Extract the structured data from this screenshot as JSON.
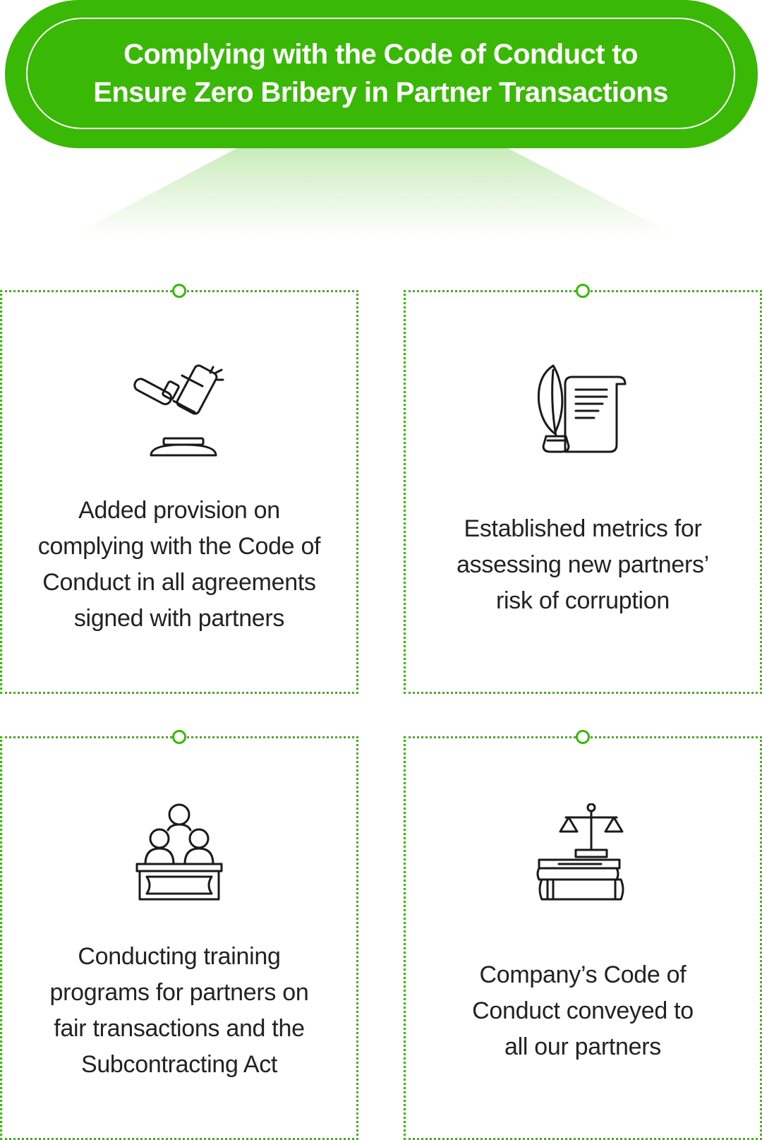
{
  "colors": {
    "accent": "#3ab806",
    "text": "#222222"
  },
  "header": {
    "title_lines": [
      "Complying with the Code of Conduct to",
      "Ensure Zero Bribery in Partner Transactions"
    ]
  },
  "cards": [
    {
      "icon": "gavel-icon",
      "lines": [
        "Added provision on",
        "complying with the Code of",
        "Conduct in all agreements",
        "signed with partners"
      ]
    },
    {
      "icon": "quill-scroll-icon",
      "lines": [
        "Established metrics for",
        "assessing new partners’",
        "risk of corruption"
      ]
    },
    {
      "icon": "training-audience-icon",
      "lines": [
        "Conducting training",
        "programs for partners on",
        "fair transactions and the",
        "Subcontracting Act"
      ]
    },
    {
      "icon": "scales-books-icon",
      "lines": [
        "Company’s Code of",
        "Conduct conveyed to",
        "all our partners"
      ]
    }
  ]
}
